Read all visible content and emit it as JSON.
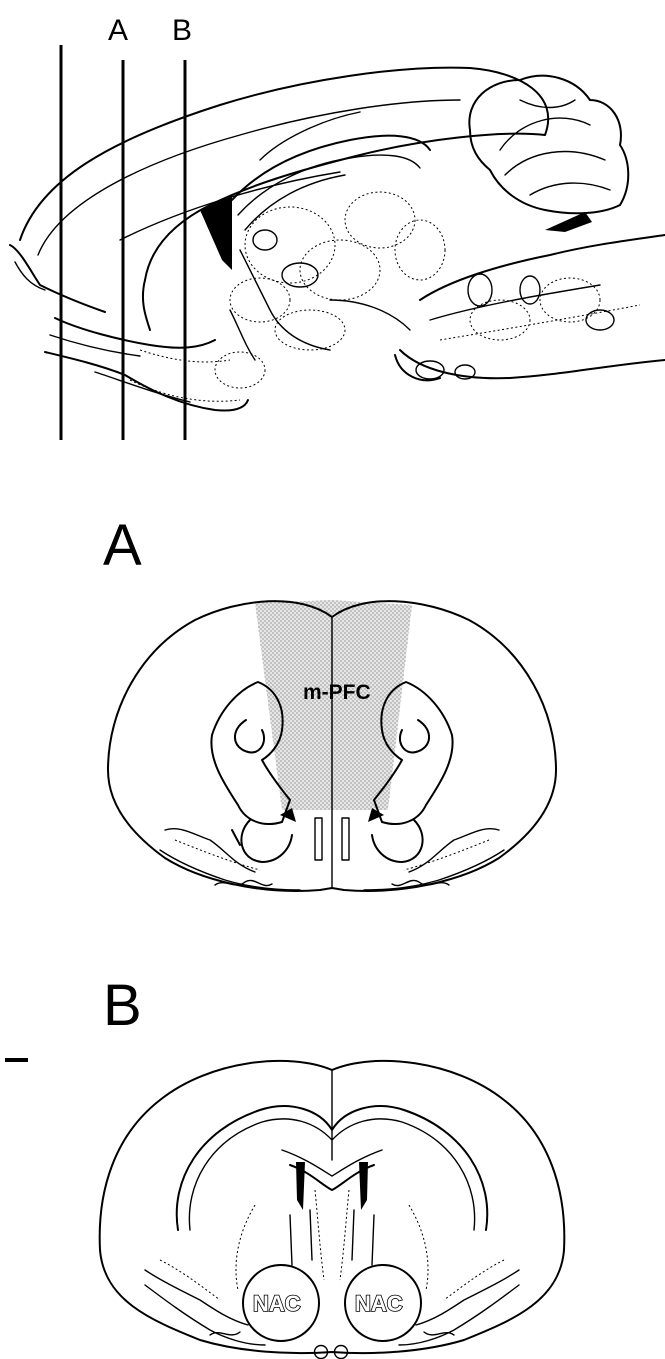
{
  "sagittal": {
    "cut_labels": [
      "A",
      "B"
    ]
  },
  "section_a": {
    "panel_letter": "A",
    "region_label": "m-PFC"
  },
  "section_b": {
    "panel_letter": "B",
    "left_region_label": "NAC",
    "right_region_label": "NAC"
  },
  "colors": {
    "ink": "#000000",
    "shading": "#d8d8d8",
    "background": "#ffffff"
  }
}
